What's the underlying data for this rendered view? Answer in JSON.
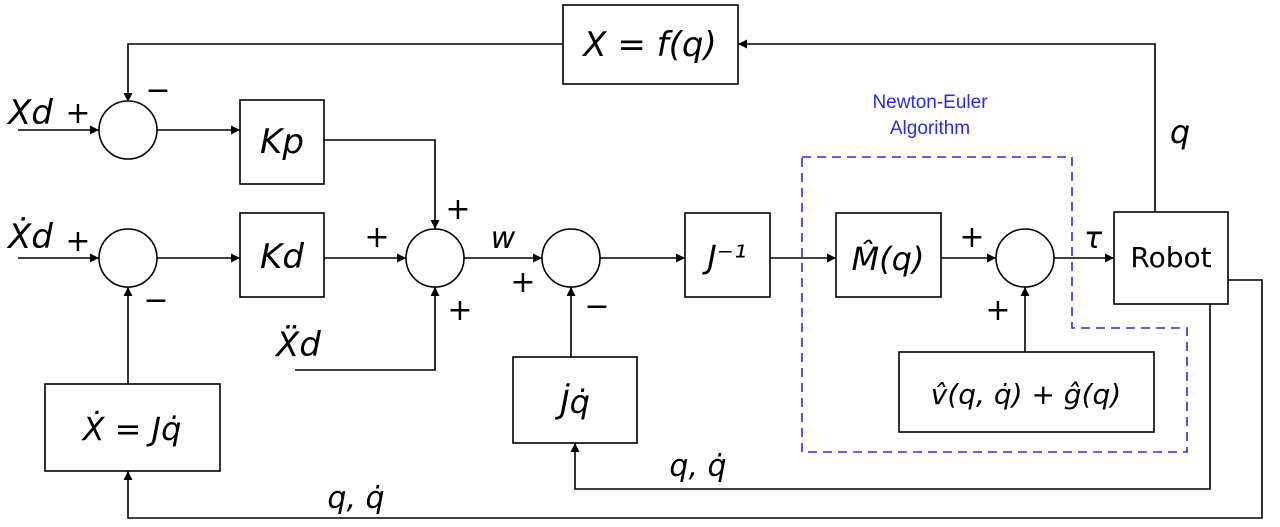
{
  "diagram": {
    "blocks": {
      "forward_kinematics": "X = f(q)",
      "kp": "Kp",
      "kd": "Kd",
      "jinv": "J⁻¹",
      "mass": "M̂(q)",
      "robot": "Robot",
      "jdot_qdot": "J̇q̇",
      "velocity_map": "Ẋ = Jq̇",
      "dynamics_terms": "v̂(q, q̇) + ĝ(q)"
    },
    "signals": {
      "xd": "Xd",
      "xd_dot": "Ẋd",
      "xd_ddot": "Ẍd",
      "w": "w",
      "tau": "τ",
      "q": "q",
      "q_qdot_lower": "q, q̇",
      "q_qdot_upper": "q, q̇"
    },
    "signs": {
      "plus": "+",
      "minus": "−"
    },
    "annotation": {
      "line1": "Newton-Euler",
      "line2": "Algorithm"
    }
  }
}
